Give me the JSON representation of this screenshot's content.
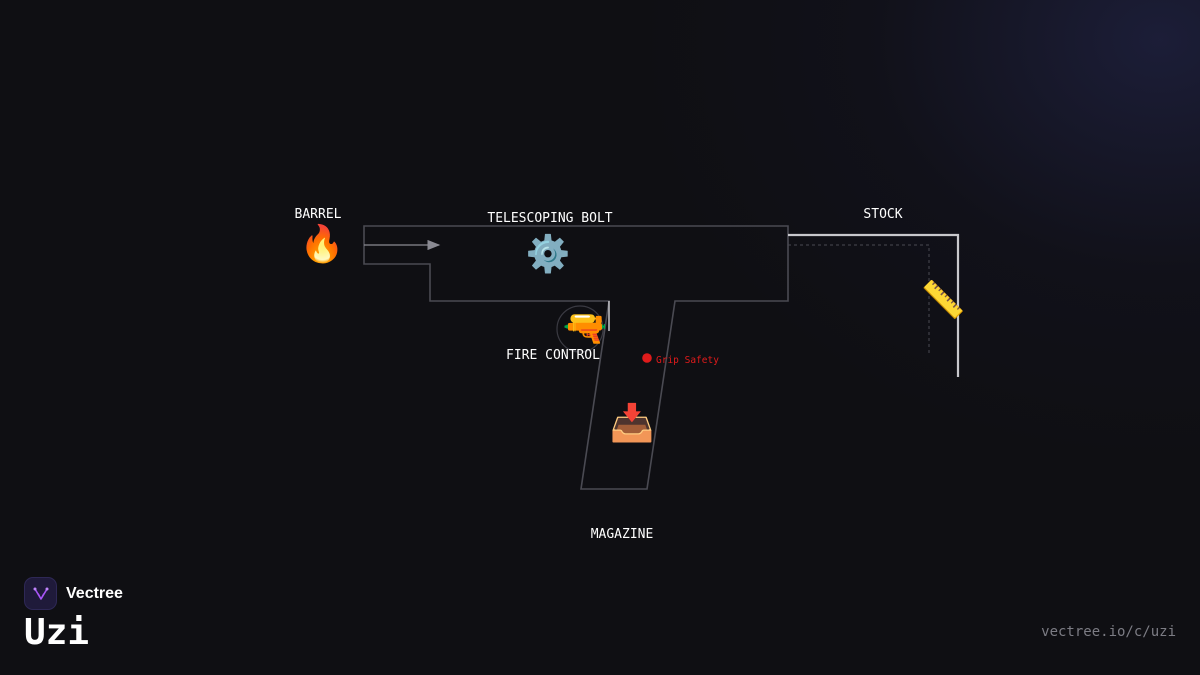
{
  "diagram": {
    "components": {
      "barrel": {
        "label": "BARREL",
        "icon": "fire-icon",
        "glyph": "🔥"
      },
      "bolt": {
        "label": "TELESCOPING BOLT",
        "icon": "gear-icon",
        "glyph": "⚙️"
      },
      "fire_control": {
        "label": "FIRE CONTROL",
        "icon": "water-pistol-icon",
        "glyph": "🔫"
      },
      "grip_safety": {
        "label": "Grip Safety",
        "icon": "red-dot-icon"
      },
      "magazine": {
        "label": "MAGAZINE",
        "icon": "inbox-tray-icon",
        "glyph": "📥"
      },
      "stock": {
        "label": "STOCK",
        "icon": "ruler-icon",
        "glyph": "📏"
      }
    },
    "colors": {
      "outline": "#4a4a52",
      "stock": "#c8c8cc",
      "grip_safety": "#e01b1b",
      "label": "#ffffff"
    }
  },
  "brand": {
    "name": "Vectree",
    "logo_icon": "vectree-logo-icon",
    "accent": "#a855f7"
  },
  "page": {
    "title": "Uzi",
    "url": "vectree.io/c/uzi"
  }
}
